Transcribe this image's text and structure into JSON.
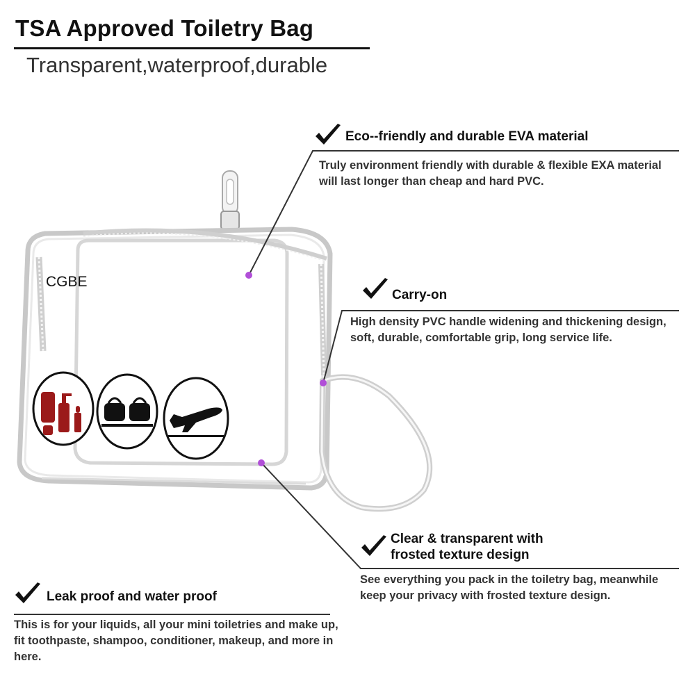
{
  "header": {
    "title": "TSA Approved Toiletry Bag",
    "subtitle": "Transparent,waterproof,durable"
  },
  "product": {
    "brand": "CGBE",
    "icons": [
      "toiletries-icon",
      "luggage-icon",
      "airplane-icon"
    ],
    "colors": {
      "accent_dot": "#b14fd8",
      "toiletries": "#9b1a1a"
    }
  },
  "features": {
    "material": {
      "title": "Eco--friendly and durable EVA material",
      "desc": "Truly environment friendly with durable & flexible EXA material will last longer than cheap and hard PVC."
    },
    "carry_on": {
      "title": "Carry-on",
      "desc": "High density PVC handle widening and thickening design, soft, durable, comfortable grip, long service life."
    },
    "clear": {
      "title_line1": "Clear & transparent with",
      "title_line2": "frosted texture design",
      "desc": "See everything you pack in the toiletry bag, meanwhile keep your privacy with frosted texture design."
    },
    "leak": {
      "title": "Leak proof and water proof",
      "desc": "This is for your liquids, all your mini toiletries and make up, fit toothpaste, shampoo, conditioner, makeup, and more in here."
    }
  }
}
